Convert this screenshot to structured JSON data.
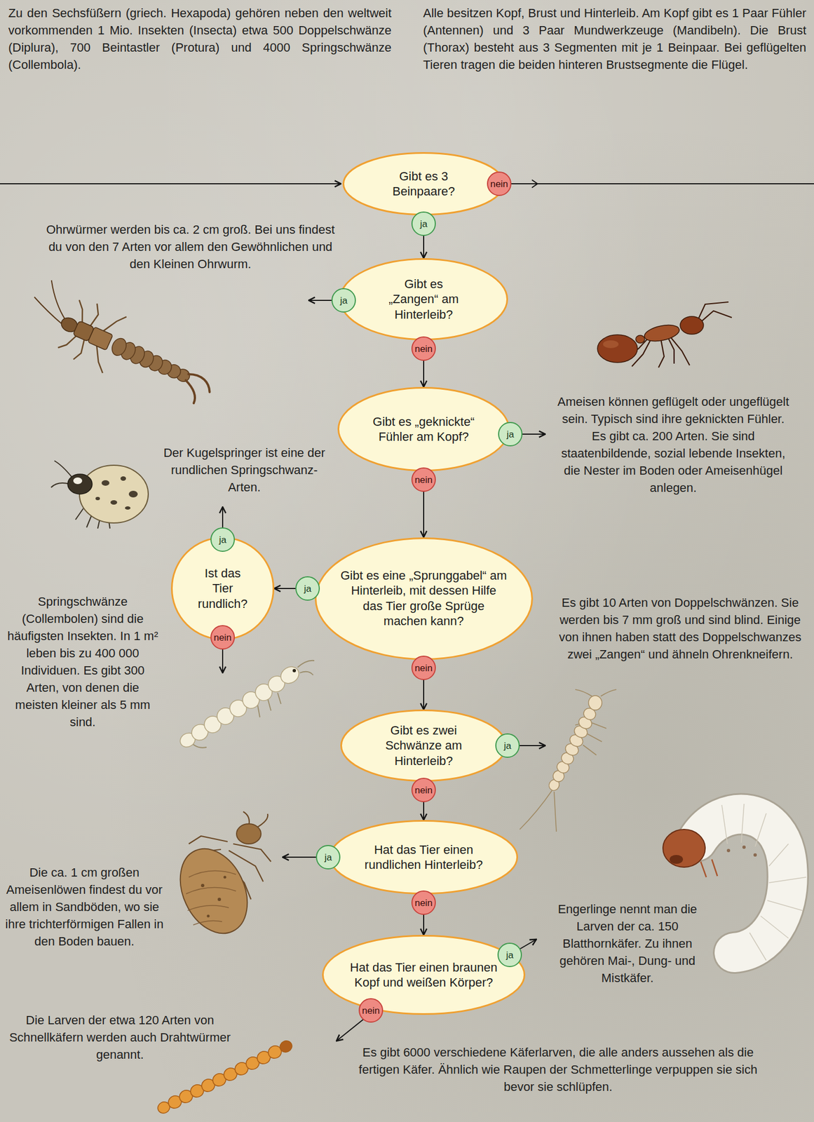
{
  "diagram": {
    "nodes": [
      {
        "text": [
          "Gibt es 3 Beinpaare?"
        ]
      },
      {
        "text": [
          "Gibt es „Zangen“ am Hinterleib?"
        ]
      },
      {
        "text": [
          "Gibt es „geknickte“ Fühler am Kopf?"
        ]
      },
      {
        "text": [
          "Ist das Tier rundlich?"
        ]
      },
      {
        "text": [
          "Gibt es eine „Sprunggabel“ am Hinterleib, mit dessen Hilfe das Tier große Sprüge machen kann?"
        ]
      },
      {
        "text": [
          "Gibt es zwei Schwänze am Hinterleib?"
        ]
      },
      {
        "text": [
          "Hat das Tier einen rundlichen Hinterleib?"
        ]
      },
      {
        "text": [
          "Hat das Tier einen braunen Kopf und weißen Körper?"
        ]
      }
    ],
    "edges": [
      {
        "from": 0,
        "to": 1,
        "label": "ja",
        "arrow": "to"
      },
      {
        "from": 1,
        "to": 2,
        "label": "nein",
        "arrow": "to"
      },
      {
        "from": 2,
        "to": 4,
        "label": "nein",
        "arrow": "to"
      },
      {
        "from": 4,
        "to": 3,
        "label": "ja",
        "arrow": "to"
      },
      {
        "from": 4,
        "to": 5,
        "label": "nein",
        "arrow": "to"
      },
      {
        "from": 5,
        "to": 6,
        "label": "nein",
        "arrow": "to"
      },
      {
        "from": 6,
        "to": 7,
        "label": "nein",
        "arrow": "to"
      }
    ],
    "labels": [
      "Zu den Sechsfüßern (griech. Hexapoda) gehören neben den weltweit vorkommenden 1 Mio. Insekten (Insecta) etwa 500 Doppelschwänze (Diplura), 700 Beintastler (Protura) und 4000 Springschwänze (Collembola).",
      "Alle besitzen Kopf, Brust und Hinterleib. Am Kopf gibt es 1 Paar Fühler (Antennen) und 3 Paar Mundwerkzeuge (Mandibeln). Die Brust (Thorax) besteht aus 3 Segmenten mit je 1 Beinpaar. Bei geflügelten Tieren tragen die beiden hinteren Brustsegmente die Flügel.",
      "nein",
      "Ohrwürmer werden bis ca. 2 cm groß. Bei uns findest du von den 7 Arten vor allem den Gewöhnlichen und den Kleinen Ohrwurm.",
      "ja",
      "Ameisen können geflügelt oder ungeflügelt sein. Typisch sind ihre geknickten Fühler. Es gibt ca. 200 Arten. Sie sind staatenbildende, sozial lebende Insekten, die Nester im Boden oder Ameisenhügel anlegen.",
      "ja",
      "Der Kugelspringer ist eine der rundlichen Springschwanz-Arten.",
      "ja",
      "Springschwänze (Collembolen) sind die häufigsten Insekten. In 1 m² leben bis zu 400 000 Individuen. Es gibt 300 Arten, von denen die meisten kleiner als 5 mm sind.",
      "nein",
      "Es gibt 10 Arten von Doppelschwänzen. Sie werden bis 7 mm groß und sind blind. Einige von ihnen haben statt des Doppelschwanzes zwei „Zangen“ und ähneln Ohrenkneifern.",
      "ja",
      "Die ca. 1 cm großen Ameisenlöwen findest du vor allem in Sandböden, wo sie ihre trichterförmigen Fallen in den Boden bauen.",
      "ja",
      "Engerlinge nennt man die Larven der ca. 150 Blatthornkäfer. Zu ihnen gehören Mai-, Dung- und Mistkäfer.",
      "ja",
      "Die Larven der etwa 120 Arten von Schnellkäfern werden auch Drahtwürmer genannt.",
      "nein",
      "Es gibt 6000 verschiedene Käferlarven, die alle anders aussehen als die fertigen Käfer. Ähnlich wie Raupen der Schmetterlinge verpuppen sie sich bevor sie schlüpfen."
    ]
  }
}
